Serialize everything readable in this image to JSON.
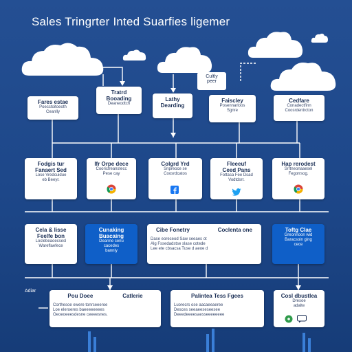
{
  "title": "Sales Tringrter Inted Suarfies ligemer",
  "bubble": {
    "l1": "Cultly",
    "l2": "peer"
  },
  "row1": [
    {
      "h1": "Fares estae",
      "s1": "Poecctoitoeoth",
      "s2": "Ceanlly"
    },
    {
      "h1": "Tratrd",
      "h2": "Booading",
      "s1": "Deaneodtch"
    },
    {
      "h1": "Lathy",
      "h2": "Dearding"
    },
    {
      "h1": "Faiscley",
      "s1": "Posennarloos",
      "s2": "Sgnre"
    },
    {
      "h1": "Cedfare",
      "s1": "Conadectfinn",
      "s2": "Coosrdentrcton"
    }
  ],
  "row2": [
    {
      "h1": "Fodgis tur",
      "h2": "Fanaert Sed",
      "s1": "Lose Vredcuidue",
      "s2": "eb Beeyr."
    },
    {
      "h1": "Ifr Orpe dece",
      "s1": "Coorictreanstecc",
      "s2": "Pese cay"
    },
    {
      "h1": "Colgrd Yrd",
      "s1": "Snpreoce se",
      "s2": "Coosrdcatos"
    },
    {
      "h1": "Fleeeuf",
      "h2": "Ceed Pans",
      "s1": "Fottasa Fee Dsad",
      "s2": "Vodtdsrr."
    },
    {
      "h1": "Hap rerodest",
      "s1": "Srrtneonaaesel",
      "s2": "Fegorrsog."
    }
  ],
  "row3": [
    {
      "h1": "Cela & lisse",
      "h2": "Feelfe bon",
      "s1": "Loclebeaoecsesl",
      "s2": "Wareflaefece"
    },
    {
      "h1": "Cunaking",
      "h2": "Buacaing",
      "s1": "Deanne cenu",
      "s2": "cacedes",
      "s3": "bannly"
    },
    {
      "h1": "Cibe Fonetry",
      "h2": "Coclenta one",
      "s1": "Dase eoreceod Saw seeaes ot",
      "s2": "Alg Fssedadstse slase cotede",
      "s3": "Lee ete cbsacsa Tuse d aeoe d"
    },
    {
      "h1": "Toftg Clae",
      "s1": "Greonnoon wid",
      "s2": "Baracsoin ging",
      "s3": "cece"
    }
  ],
  "row4": [
    {
      "h1": "Pou Doee",
      "h2": "Catlerie",
      "s1": "Corthesoe ewere tonrseeeroe",
      "s2": "Loe eleroeres baeeeeeeees",
      "s3": "Oeoeoeeesdesne ceeeesnes."
    },
    {
      "h1": "Palintea Tess Fgees",
      "s1": "Luorecrs ose aacaeeaeree",
      "s2": "Desces seeaeeseseesee",
      "s3": "Deeedeeeesaesseeeeeeee"
    },
    {
      "h1": "Cosl dbustlea",
      "s1": "Dresoe",
      "s2": "adalte"
    }
  ],
  "side_label": "Adiar",
  "colors": {
    "bg": "#1f4a8e",
    "accent": "#0f5fc8",
    "white": "#ffffff"
  }
}
